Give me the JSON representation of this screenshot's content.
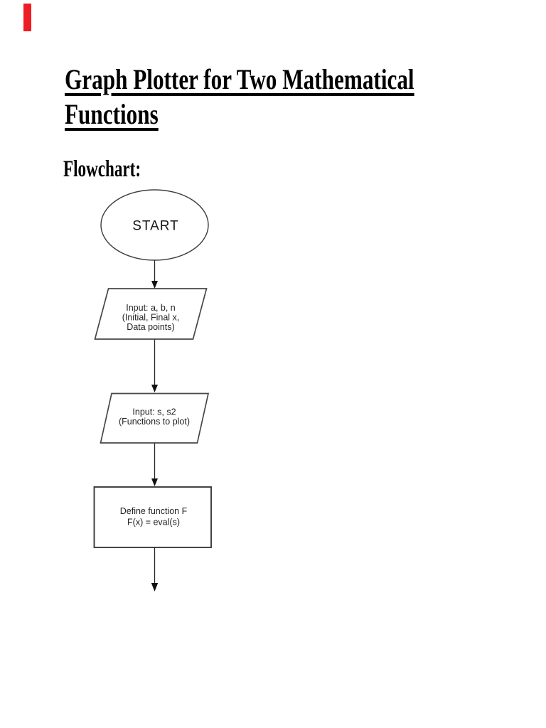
{
  "page": {
    "background_color": "#ffffff",
    "ink_color": "#000000"
  },
  "bookmark": {
    "color": "#ee1c25"
  },
  "title": {
    "text": "Graph Plotter for Two Mathematical\nFunctions"
  },
  "section_heading": {
    "text": "Flowchart:"
  },
  "flowchart": {
    "stroke_color": "#3f3f3f",
    "nodes": {
      "start": {
        "type": "ellipse",
        "label": "START"
      },
      "input1": {
        "type": "parallelogram",
        "line1": "Input: a, b, n",
        "line2": "(Initial, Final x,",
        "line3": "Data points)"
      },
      "input2": {
        "type": "parallelogram",
        "line1": "Input: s, s2",
        "line2": "(Functions to plot)"
      },
      "define": {
        "type": "rectangle",
        "line1": "Define function F",
        "line2": "F(x) = eval(s)"
      }
    },
    "connections": [
      "start -> input1",
      "input1 -> input2",
      "input2 -> define",
      "define -> exit"
    ]
  }
}
